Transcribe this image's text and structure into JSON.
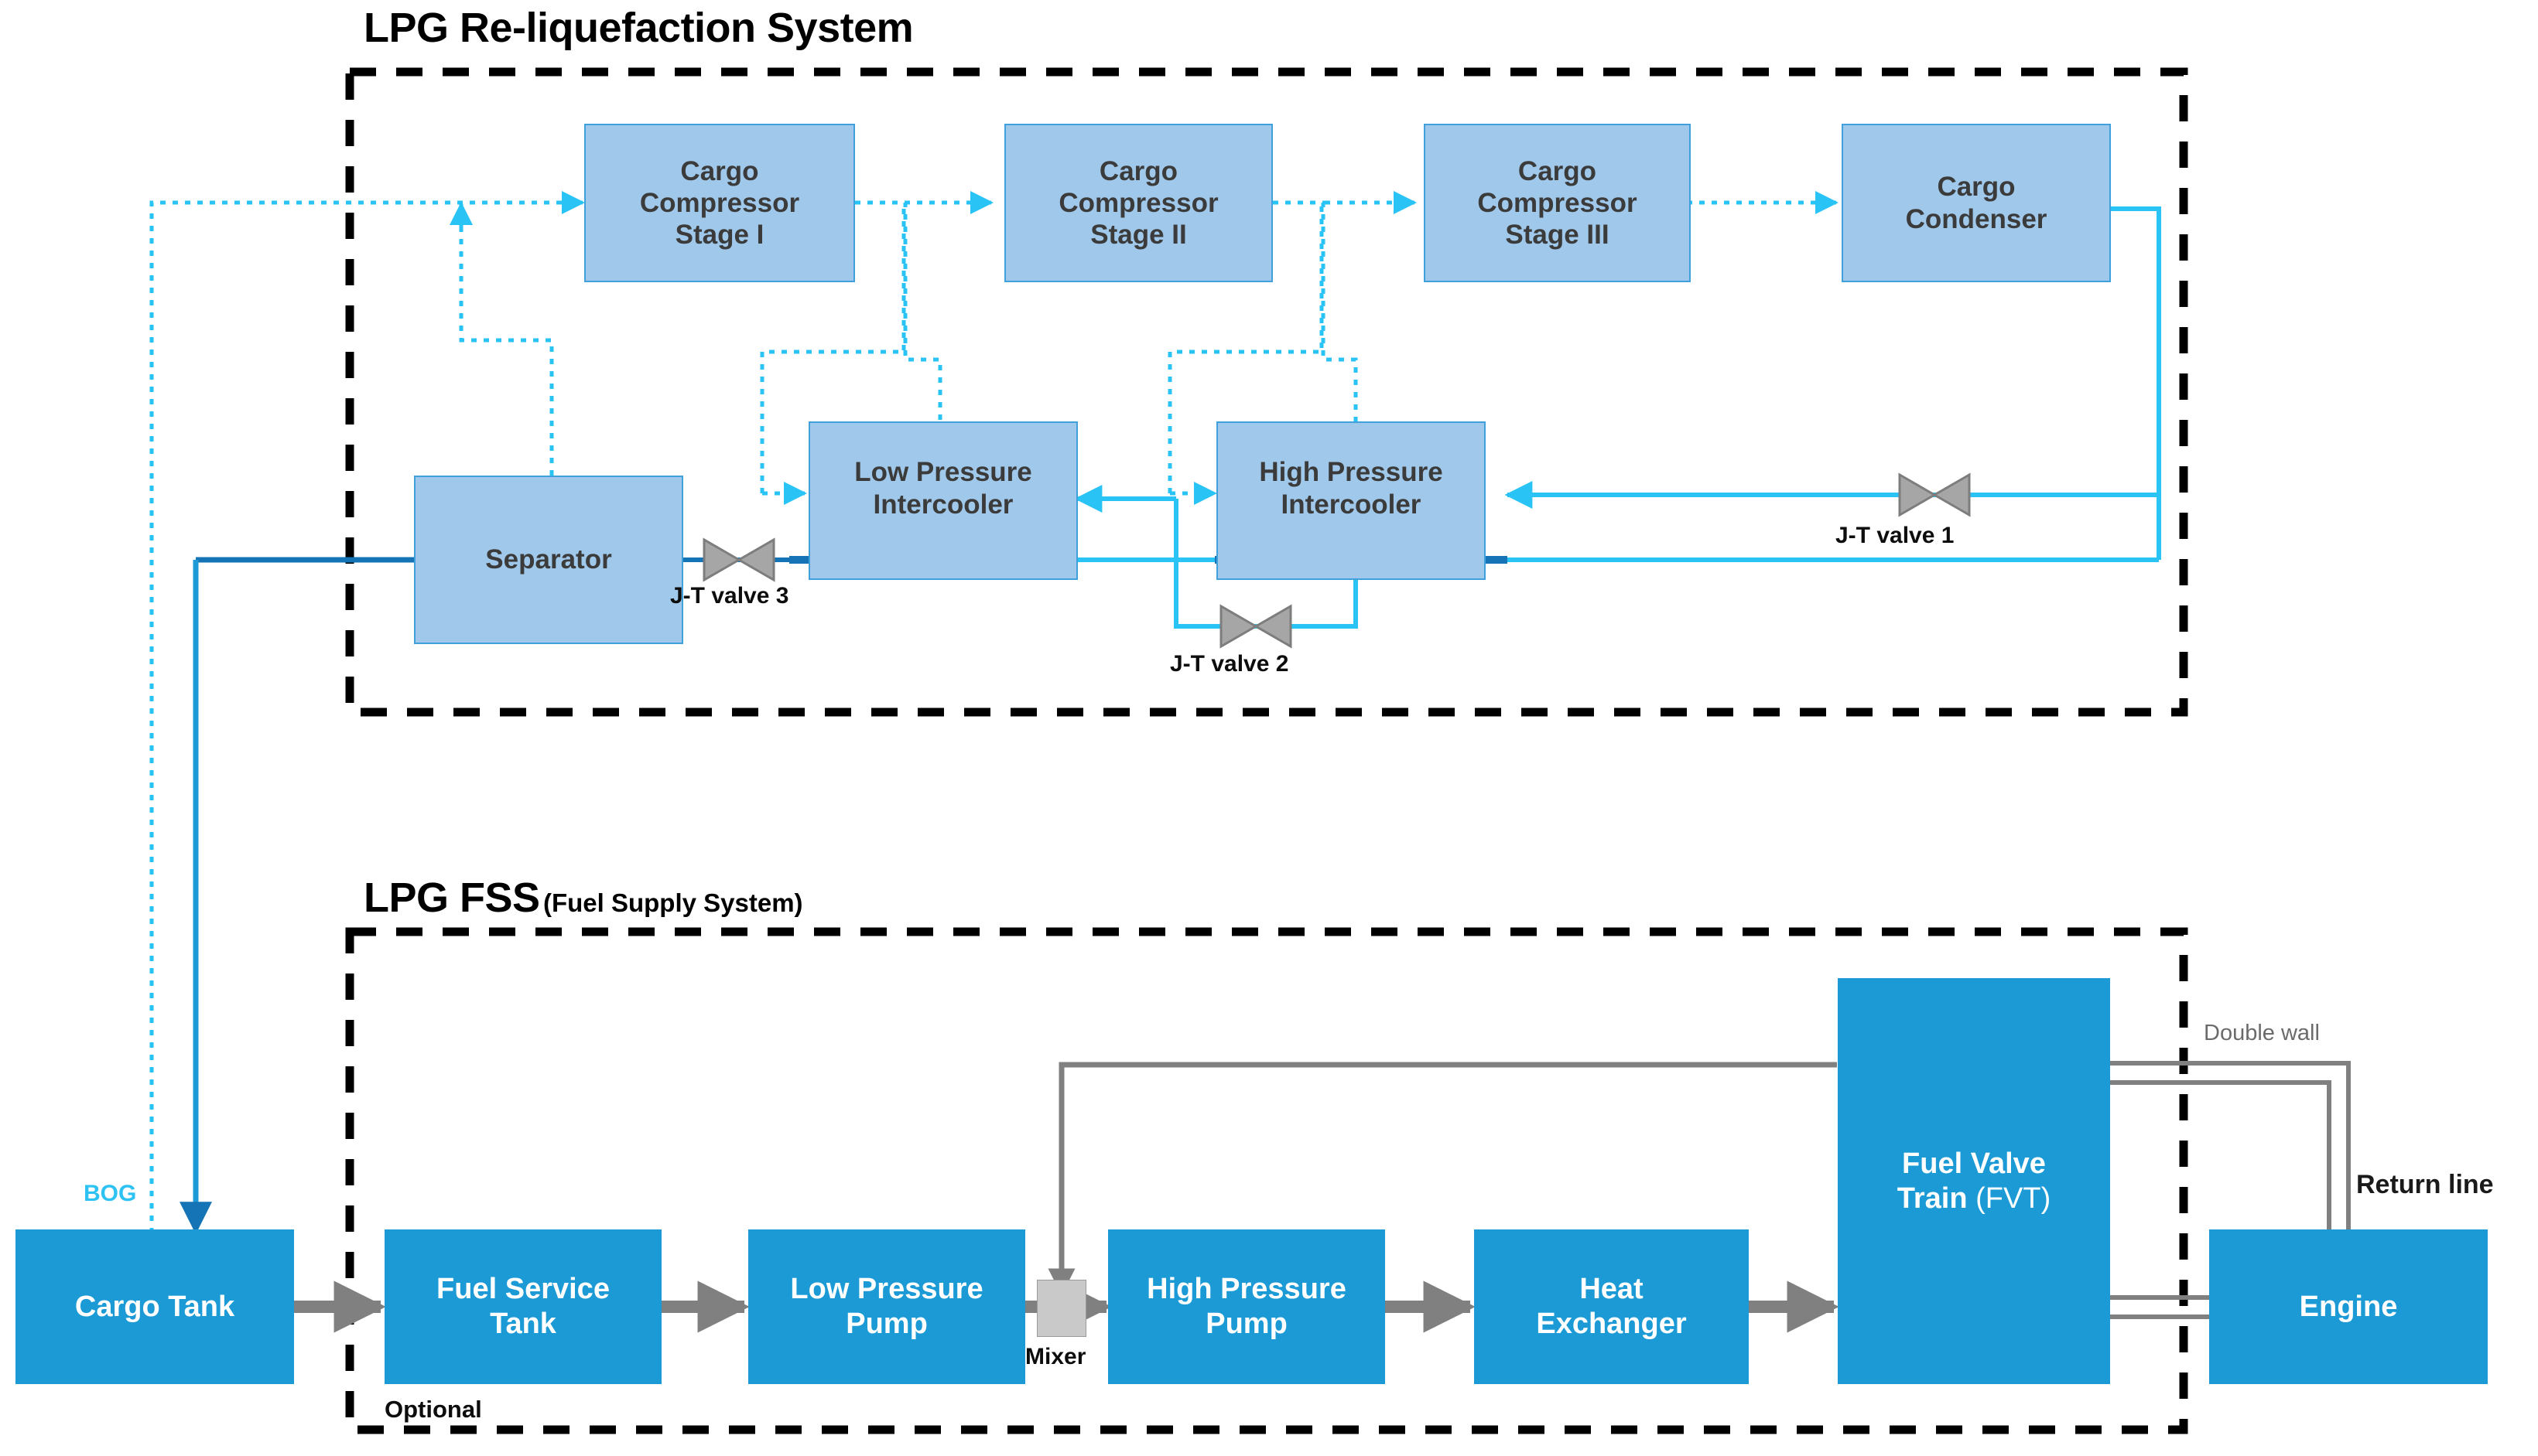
{
  "sections": [
    {
      "id": "reliq",
      "title": "LPG Re-liquefaction System",
      "subtitle": ""
    },
    {
      "id": "fss",
      "title": "LPG FSS",
      "subtitle": "(Fuel Supply System)"
    }
  ],
  "reliq": {
    "boxes": [
      {
        "name": "cargo-compressor-stage-1",
        "label": "Cargo\nCompressor\nStage I"
      },
      {
        "name": "cargo-compressor-stage-2",
        "label": "Cargo\nCompressor\nStage II"
      },
      {
        "name": "cargo-compressor-stage-3",
        "label": "Cargo\nCompressor\nStage III"
      },
      {
        "name": "cargo-condenser",
        "label": "Cargo\nCondenser"
      },
      {
        "name": "separator",
        "label": "Separator"
      },
      {
        "name": "low-pressure-intercooler",
        "label": "Low Pressure\nIntercooler"
      },
      {
        "name": "high-pressure-intercooler",
        "label": "High Pressure\nIntercooler"
      }
    ],
    "valves": [
      {
        "name": "jt-valve-1",
        "label": "J-T valve 1"
      },
      {
        "name": "jt-valve-2",
        "label": "J-T valve 2"
      },
      {
        "name": "jt-valve-3",
        "label": "J-T valve 3"
      }
    ]
  },
  "fss": {
    "boxes": [
      {
        "name": "cargo-tank",
        "label": "Cargo Tank"
      },
      {
        "name": "fuel-service-tank",
        "label": "Fuel Service\nTank"
      },
      {
        "name": "low-pressure-pump",
        "label": "Low Pressure\nPump"
      },
      {
        "name": "high-pressure-pump",
        "label": "High Pressure\nPump"
      },
      {
        "name": "heat-exchanger",
        "label": "Heat\nExchanger"
      },
      {
        "name": "fuel-valve-train",
        "label_bold": "Fuel Valve\nTrain ",
        "label_thin": "(FVT)"
      },
      {
        "name": "engine",
        "label": "Engine"
      }
    ],
    "annotations": {
      "mixer": "Mixer",
      "optional": "Optional",
      "double_wall": "Double wall",
      "return_line": "Return line",
      "bog": "BOG"
    }
  },
  "colors": {
    "vapor_line": "#29c3f5",
    "liquid_line": "#1e9ad8",
    "liquid_line_dark": "#1574b5",
    "gray_line": "#808080",
    "box_light_fill": "#a0c8ea",
    "box_light_border": "#3fa0dc",
    "box_solid_fill": "#1b9ad6",
    "dashed_border": "#000000",
    "valve_fill": "#a6a6a6",
    "valve_stroke": "#7d7d7d"
  }
}
